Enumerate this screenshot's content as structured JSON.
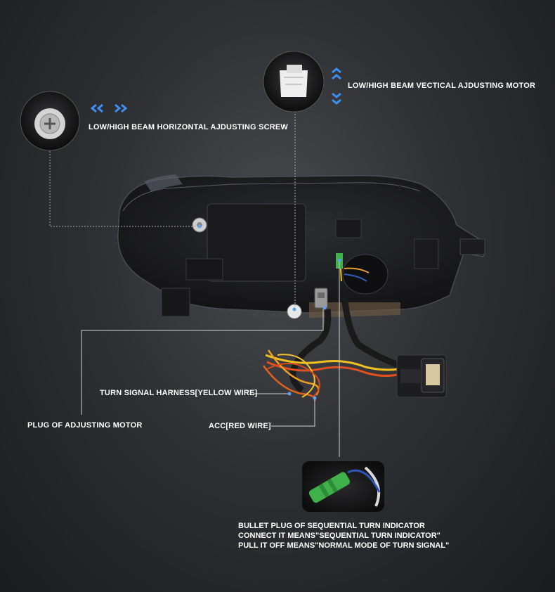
{
  "callouts": {
    "horizontal_screw": "LOW/HIGH BEAM HORIZONTAL AJDUSTING SCREW",
    "vertical_motor": "LOW/HIGH BEAM VECTICAL AJDUSTING MOTOR",
    "turn_signal_harness": "TURN SIGNAL HARNESS[YELLOW WIRE]",
    "adjusting_motor_plug": "PLUG OF ADJUSTING MOTOR",
    "acc": "ACC[RED WIRE]",
    "bullet_plug": [
      "BULLET PLUG OF SEQUENTIAL TURN INDICATOR",
      "CONNECT IT MEANS\"SEQUENTIAL TURN INDICATOR\"",
      "PULL IT OFF MEANS\"NORMAL MODE OF TURN SIGNAL\""
    ]
  },
  "colors": {
    "arrow_blue": "#3d8ff0",
    "background": "#2f3033",
    "yellow_wire": "#f0c020",
    "red_wire": "#e05020",
    "green_bullet": "#3fb04a"
  },
  "icons": [
    "double-chevron-left-icon",
    "double-chevron-right-icon",
    "double-chevron-up-icon",
    "double-chevron-down-icon",
    "pointer-dot-icon"
  ]
}
